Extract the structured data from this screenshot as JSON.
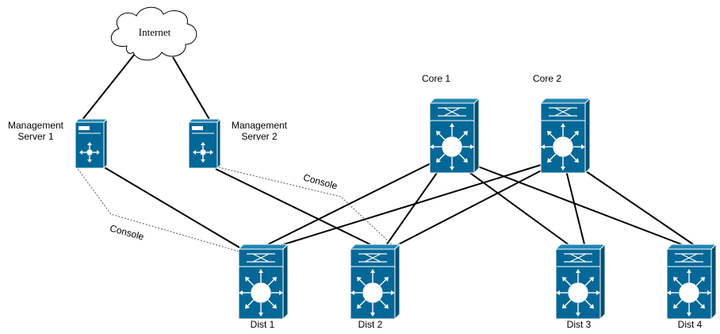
{
  "internet": {
    "label": "Internet"
  },
  "servers": [
    {
      "id": "mgmt1",
      "label_line1": "Management",
      "label_line2": "Server 1"
    },
    {
      "id": "mgmt2",
      "label_line1": "Management",
      "label_line2": "Server 2"
    }
  ],
  "core": [
    {
      "id": "core1",
      "label": "Core 1"
    },
    {
      "id": "core2",
      "label": "Core 2"
    }
  ],
  "dist": [
    {
      "id": "dist1",
      "label": "Dist 1"
    },
    {
      "id": "dist2",
      "label": "Dist 2"
    },
    {
      "id": "dist3",
      "label": "Dist 3"
    },
    {
      "id": "dist4",
      "label": "Dist 4"
    }
  ],
  "console_links": [
    {
      "label": "Console"
    },
    {
      "label": "Console"
    }
  ],
  "colors": {
    "device": "#036897",
    "device_dark": "#024f73",
    "line": "#000000"
  },
  "icons": {
    "switch": "layer3-switch-icon",
    "server": "server-icon",
    "cloud": "cloud-icon"
  }
}
